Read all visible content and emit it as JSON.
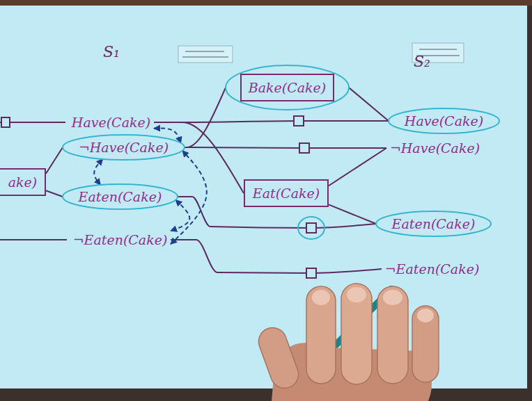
{
  "diagram": {
    "nodes": [
      {
        "text": [
          "ake)"
        ]
      },
      {
        "text": [
          "Have(Cake)"
        ]
      },
      {
        "text": [
          "¬Have(Cake)"
        ]
      },
      {
        "text": [
          "Eaten(Cake)"
        ]
      },
      {
        "text": [
          "¬Eaten(Cake)"
        ]
      },
      {
        "text": [
          "Bake(Cake)"
        ]
      },
      {
        "text": [
          "Eat(Cake)"
        ]
      },
      {
        "text": [
          "Have(Cake)"
        ]
      },
      {
        "text": [
          "¬Have(Cake)"
        ]
      },
      {
        "text": [
          "Eaten(Cake)"
        ]
      },
      {
        "text": [
          "¬Eaten(Cake)"
        ]
      }
    ],
    "edges": [
      {
        "from": 0,
        "to": 2,
        "arrow": "none"
      },
      {
        "from": 0,
        "to": 3,
        "arrow": "none"
      },
      {
        "from": 1,
        "to": 7,
        "arrow": "none"
      },
      {
        "from": 1,
        "to": 6,
        "arrow": "none"
      },
      {
        "from": 2,
        "to": 5,
        "arrow": "none"
      },
      {
        "from": 2,
        "to": 8,
        "arrow": "none"
      },
      {
        "from": 3,
        "to": 9,
        "arrow": "none"
      },
      {
        "from": 4,
        "to": 10,
        "arrow": "none"
      },
      {
        "from": 5,
        "to": 7,
        "arrow": "none"
      },
      {
        "from": 6,
        "to": 8,
        "arrow": "none"
      },
      {
        "from": 6,
        "to": 9,
        "arrow": "none"
      },
      {
        "from": 1,
        "to": 2,
        "arrow": "both"
      },
      {
        "from": 2,
        "to": 3,
        "arrow": "both"
      },
      {
        "from": 3,
        "to": 4,
        "arrow": "both"
      },
      {
        "from": 4,
        "to": 2,
        "arrow": "both"
      }
    ],
    "labels": [
      "S₁",
      "S₂"
    ]
  }
}
